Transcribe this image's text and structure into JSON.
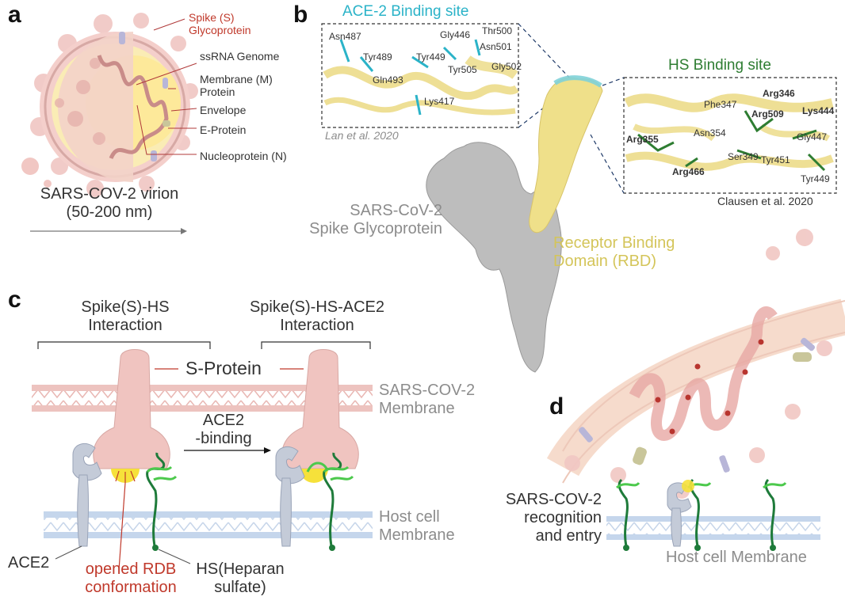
{
  "panels": {
    "a": "a",
    "b": "b",
    "c": "c",
    "d": "d"
  },
  "panel_a": {
    "labels": {
      "spike_line1": "Spike (S)",
      "spike_line2": "Glycoprotein",
      "genome": "ssRNA Genome",
      "membrane_line1": "Membrane (M)",
      "membrane_line2": "Protein",
      "envelope": "Envelope",
      "eprotein": "E-Protein",
      "nucleoprotein": "Nucleoprotein (N)"
    },
    "caption_line1": "SARS-COV-2 virion",
    "caption_line2": "(50-200 nm)"
  },
  "panel_b": {
    "ace2_title": "ACE-2 Binding site",
    "hs_title": "HS Binding site",
    "ace2_residues": [
      "Asn487",
      "Tyr489",
      "Gln493",
      "Tyr449",
      "Gly446",
      "Thr500",
      "Asn501",
      "Tyr505",
      "Gly502",
      "Lys417"
    ],
    "hs_residues": [
      "Phe347",
      "Arg346",
      "Arg509",
      "Lys444",
      "Asn354",
      "Arg355",
      "Gly447",
      "Ser349",
      "Tyr451",
      "Arg466",
      "Tyr449"
    ],
    "citation_lan": "Lan et al. 2020",
    "citation_clausen": "Clausen et al. 2020",
    "spike_line1": "SARS-CoV-2",
    "spike_line2": "Spike Glycoprotein",
    "rbd_line1": "Receptor Binding",
    "rbd_line2": "Domain (RBD)"
  },
  "panel_c": {
    "left_title_line1": "Spike(S)-HS",
    "left_title_line2": "Interaction",
    "right_title_line1": "Spike(S)-HS-ACE2",
    "right_title_line2": "Interaction",
    "s_protein": "S-Protein",
    "virus_membrane_line1": "SARS-COV-2",
    "virus_membrane_line2": "Membrane",
    "arrow_line1": "ACE2",
    "arrow_line2": "-binding",
    "host_membrane_line1": "Host cell",
    "host_membrane_line2": "Membrane",
    "ace2": "ACE2",
    "rdb_line1": "opened RDB",
    "rdb_line2": "conformation",
    "hs_line1": "HS(Heparan",
    "hs_line2": "sulfate)"
  },
  "panel_d": {
    "recognition_line1": "SARS-COV-2",
    "recognition_line2": "recognition",
    "recognition_line3": "and entry",
    "host_membrane": "Host cell Membrane"
  },
  "colors": {
    "virus_pink": "#e8b4b0",
    "virus_yellow": "#fde99a",
    "label_red": "#c0392b",
    "teal": "#2bb3c8",
    "hs_green": "#2e7d32",
    "rbd_yellow": "#efe08a",
    "host_blue": "#b9cfe8",
    "ace2_gray": "#c4cbd8"
  }
}
